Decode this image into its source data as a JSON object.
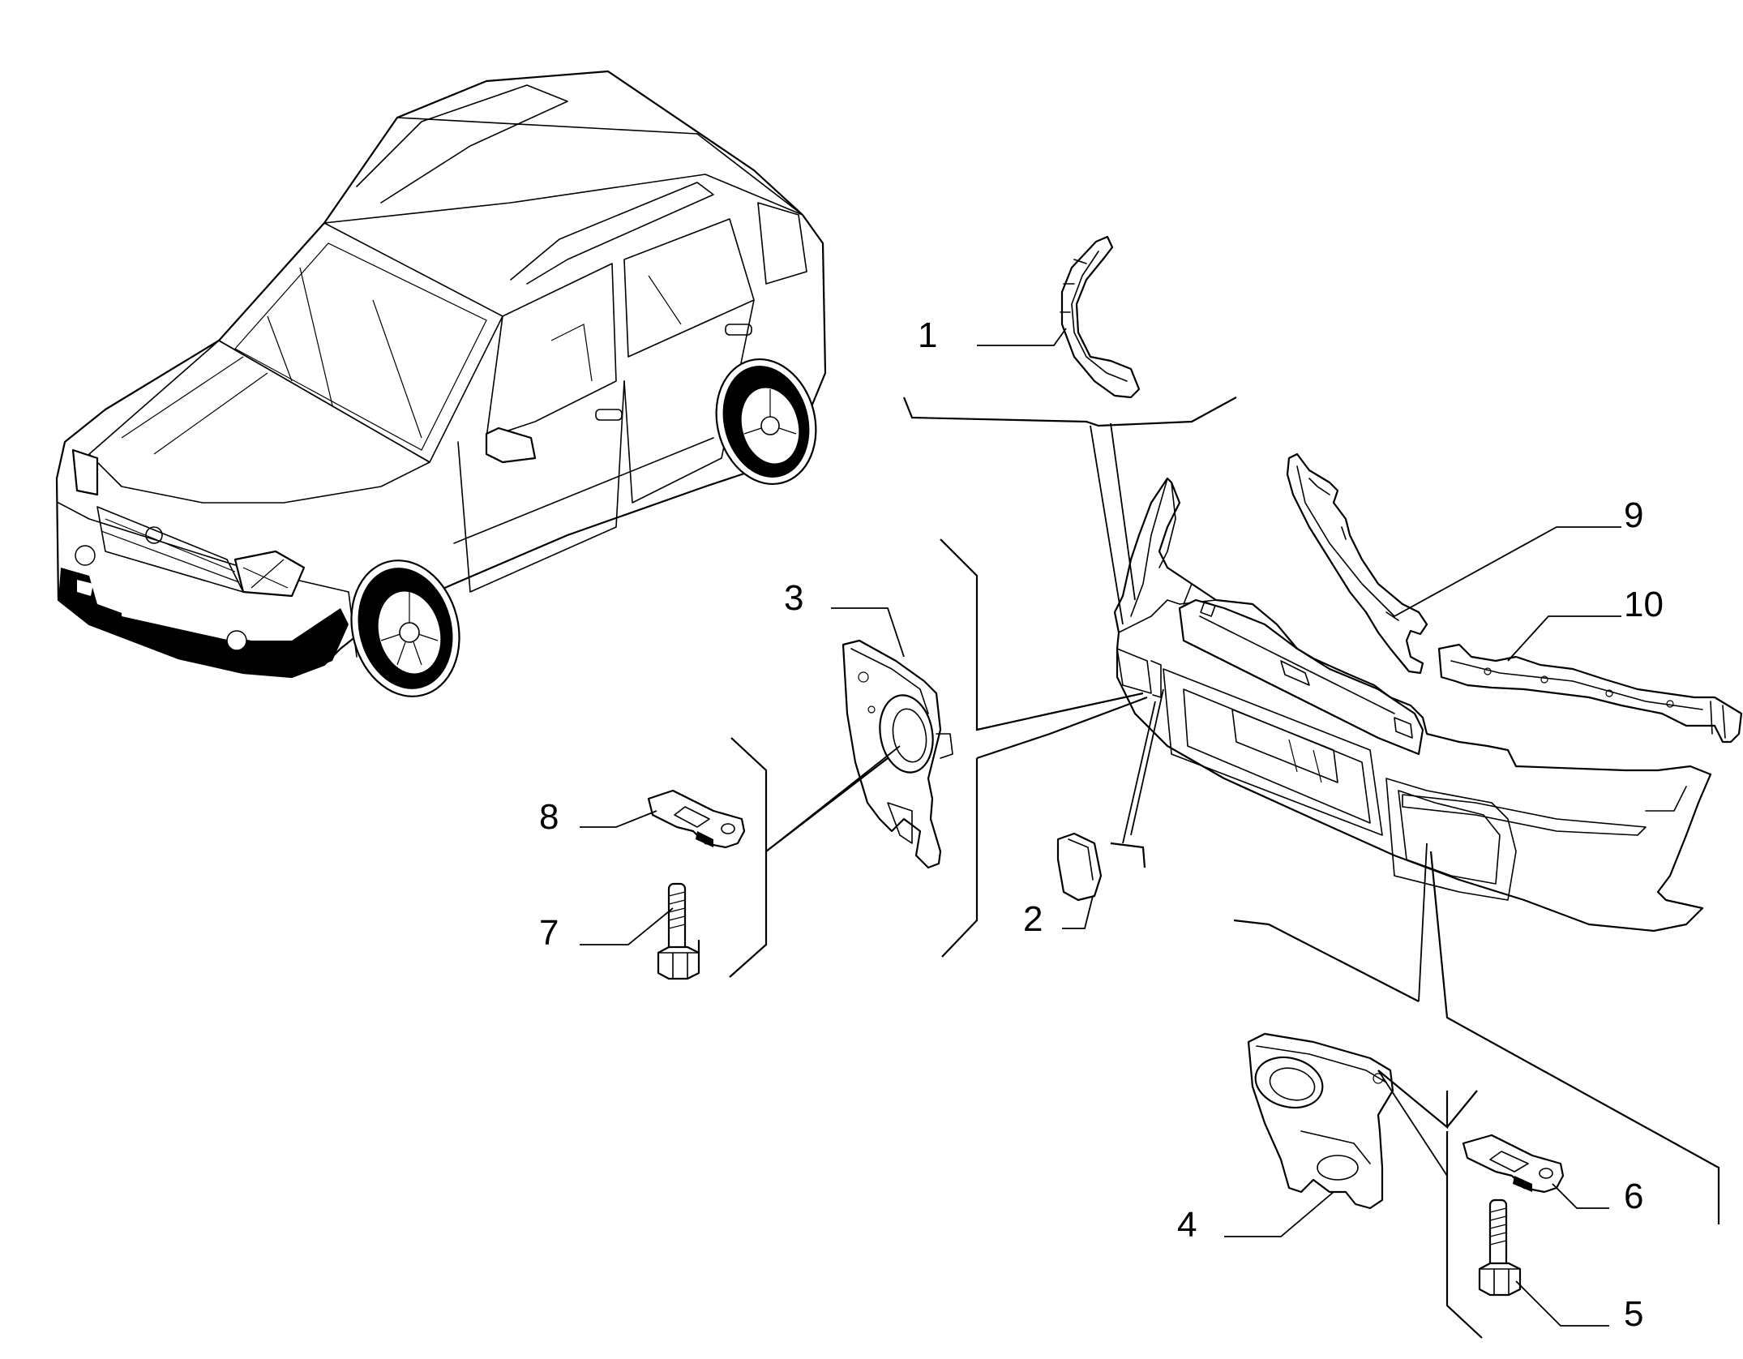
{
  "callouts": {
    "c1": "1",
    "c2": "2",
    "c3": "3",
    "c4": "4",
    "c5": "5",
    "c6": "6",
    "c7": "7",
    "c8": "8",
    "c9": "9",
    "c10": "10"
  },
  "icons": {
    "vehicle": "car-overview-icon",
    "bumper": "front-bumper-icon",
    "bolt": "bolt-icon",
    "clip": "clip-nut-icon"
  }
}
